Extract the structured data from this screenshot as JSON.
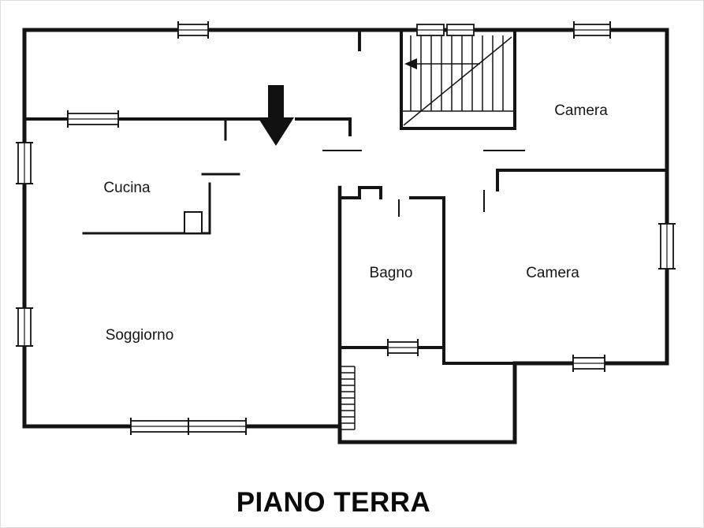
{
  "title": "PIANO TERRA",
  "plan": {
    "floor_label": "PIANO TERRA",
    "rooms": [
      {
        "label": "Cucina"
      },
      {
        "label": "Camera"
      },
      {
        "label": "Bagno"
      },
      {
        "label": "Camera"
      },
      {
        "label": "Soggiorno"
      }
    ],
    "features": {
      "entrance_arrow": "down-arrow-entrance",
      "staircase": "stair-run-with-direction-arrow"
    }
  },
  "colors": {
    "wall": "#141414",
    "background": "#ffffff",
    "arrow": "#111111"
  }
}
